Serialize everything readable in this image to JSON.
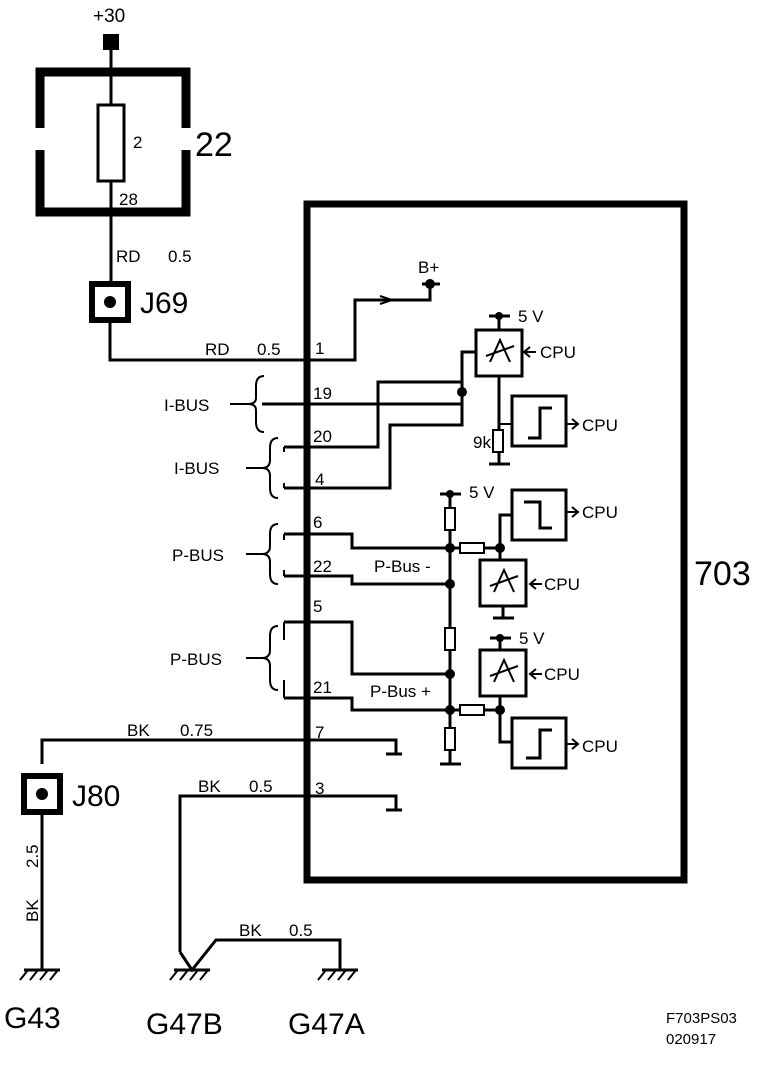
{
  "supply": {
    "label": "+30"
  },
  "fuse_box": {
    "id": "22",
    "fuse_number": "2",
    "terminal": "28"
  },
  "wire_supply": {
    "color": "RD",
    "size": "0.5"
  },
  "connector_j69": {
    "id": "J69"
  },
  "wire_pin1": {
    "color": "RD",
    "size": "0.5"
  },
  "control_unit": {
    "id": "703"
  },
  "pins": [
    "1",
    "19",
    "20",
    "4",
    "6",
    "22",
    "5",
    "21",
    "7",
    "3"
  ],
  "bus_labels": {
    "ibus_1": "I-BUS",
    "ibus_2": "I-BUS",
    "pbus_1": "P-BUS",
    "pbus_2": "P-BUS"
  },
  "internal": {
    "bplus": "B+",
    "arrow": ">",
    "five_v_1": "5 V",
    "five_v_2": "5 V",
    "five_v_3": "5 V",
    "cpu": [
      "CPU",
      "CPU",
      "CPU",
      "CPU",
      "CPU",
      "CPU"
    ],
    "resistor_9k": "9k",
    "pbus_minus": "P-Bus -",
    "pbus_plus": "P-Bus +"
  },
  "wire_pin7": {
    "color": "BK",
    "size": "0.75"
  },
  "connector_j80": {
    "id": "J80"
  },
  "wire_j80_ground": {
    "size": "2.5",
    "color": "BK"
  },
  "wire_pin3": {
    "color": "BK",
    "size": "0.5"
  },
  "wire_ground_link": {
    "color": "BK",
    "size": "0.5"
  },
  "grounds": {
    "g43": "G43",
    "g47b": "G47B",
    "g47a": "G47A"
  },
  "footer": {
    "code": "F703PS03",
    "date": "020917"
  }
}
